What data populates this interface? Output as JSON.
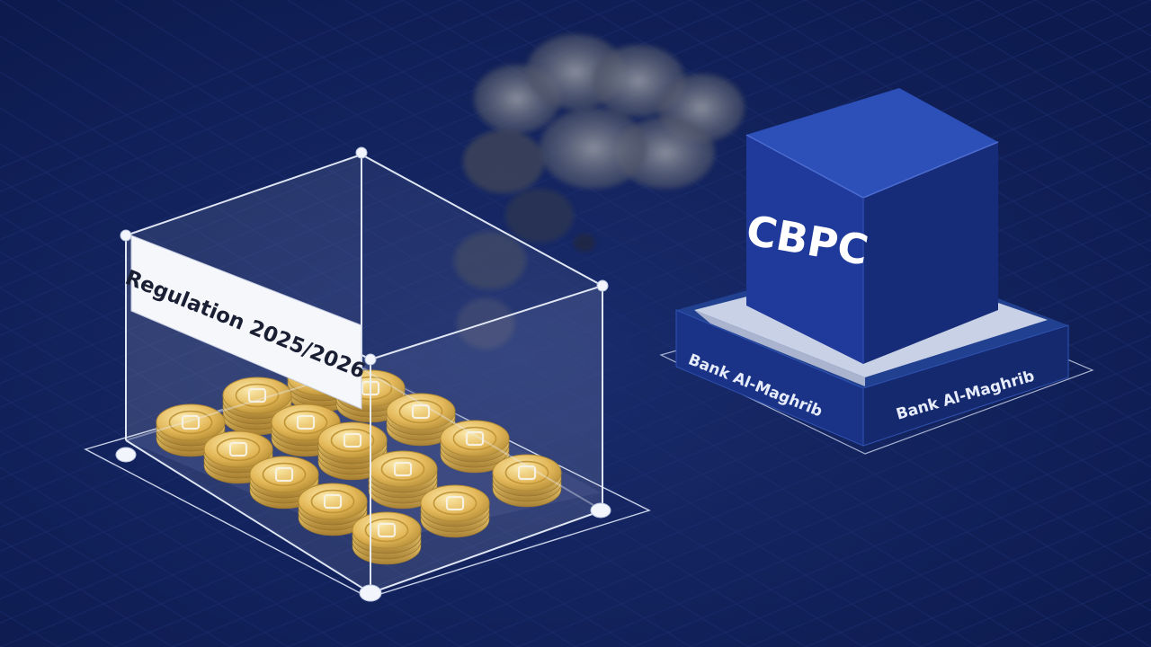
{
  "colors": {
    "background": "#0f1f57",
    "grid": "#1e3275",
    "cube_front": "#1f3a9a",
    "cube_top": "#2c4fb8",
    "cube_side": "#172c78",
    "platform": "#1a3387",
    "coin_gold": "#d7a534",
    "glass_edge": "#dfe7f7"
  },
  "icons": {
    "smoke": "smoke-cloud-icon",
    "coins": "gold-coin-icon",
    "cube": "cube-icon"
  },
  "glass_box": {
    "label": "Regulation 2025/2026",
    "coin_count": 15
  },
  "cube": {
    "label": "CBPC"
  },
  "platform": {
    "label_left": "Bank Al-Maghrib",
    "label_right": "Bank Al-Maghrib"
  }
}
